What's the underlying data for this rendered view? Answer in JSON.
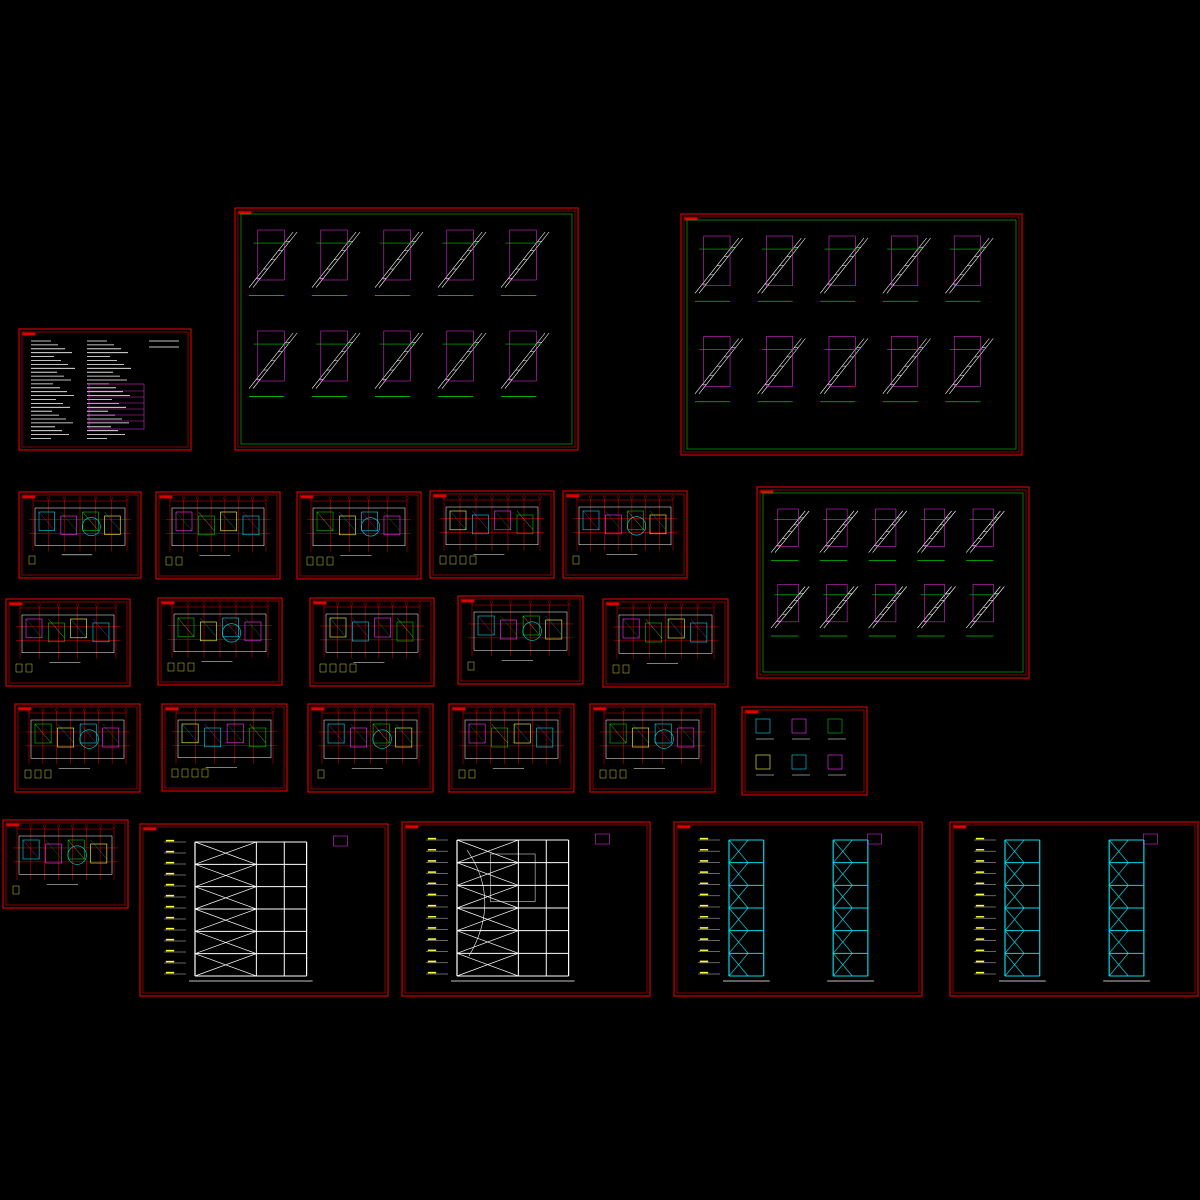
{
  "colors": {
    "background": "#000000",
    "sheet_border": "#e00000",
    "inner_border": "#00c800",
    "structure_cyan": "#00d8e8",
    "accent_magenta": "#ff30ff",
    "accent_yellow": "#ffff40",
    "text_white": "#ffffff"
  },
  "drawing_sheets": [
    {
      "id": "general-notes-sheet",
      "kind": "notes"
    },
    {
      "id": "stair-details-sheet-1",
      "kind": "detail-large"
    },
    {
      "id": "stair-details-sheet-2",
      "kind": "detail-large"
    },
    {
      "id": "ladder-details-sheet",
      "kind": "detail-large"
    },
    {
      "id": "plan-sheet-01",
      "kind": "plan"
    },
    {
      "id": "plan-sheet-02",
      "kind": "plan"
    },
    {
      "id": "plan-sheet-03",
      "kind": "plan"
    },
    {
      "id": "plan-sheet-04",
      "kind": "plan"
    },
    {
      "id": "plan-sheet-05",
      "kind": "plan"
    },
    {
      "id": "plan-sheet-06",
      "kind": "plan"
    },
    {
      "id": "plan-sheet-07",
      "kind": "plan"
    },
    {
      "id": "plan-sheet-08",
      "kind": "plan"
    },
    {
      "id": "plan-sheet-09",
      "kind": "plan"
    },
    {
      "id": "plan-sheet-10",
      "kind": "plan"
    },
    {
      "id": "plan-sheet-11",
      "kind": "plan"
    },
    {
      "id": "plan-sheet-12",
      "kind": "plan"
    },
    {
      "id": "plan-sheet-13",
      "kind": "plan"
    },
    {
      "id": "plan-sheet-14",
      "kind": "plan"
    },
    {
      "id": "plan-sheet-15",
      "kind": "plan"
    },
    {
      "id": "small-details-sheet",
      "kind": "detail-small"
    },
    {
      "id": "plan-sheet-16",
      "kind": "plan"
    },
    {
      "id": "elevation-sheet-1",
      "kind": "elevation"
    },
    {
      "id": "elevation-sheet-2",
      "kind": "elevation"
    },
    {
      "id": "elevation-sheet-3",
      "kind": "elevation"
    },
    {
      "id": "elevation-sheet-4",
      "kind": "elevation"
    }
  ]
}
